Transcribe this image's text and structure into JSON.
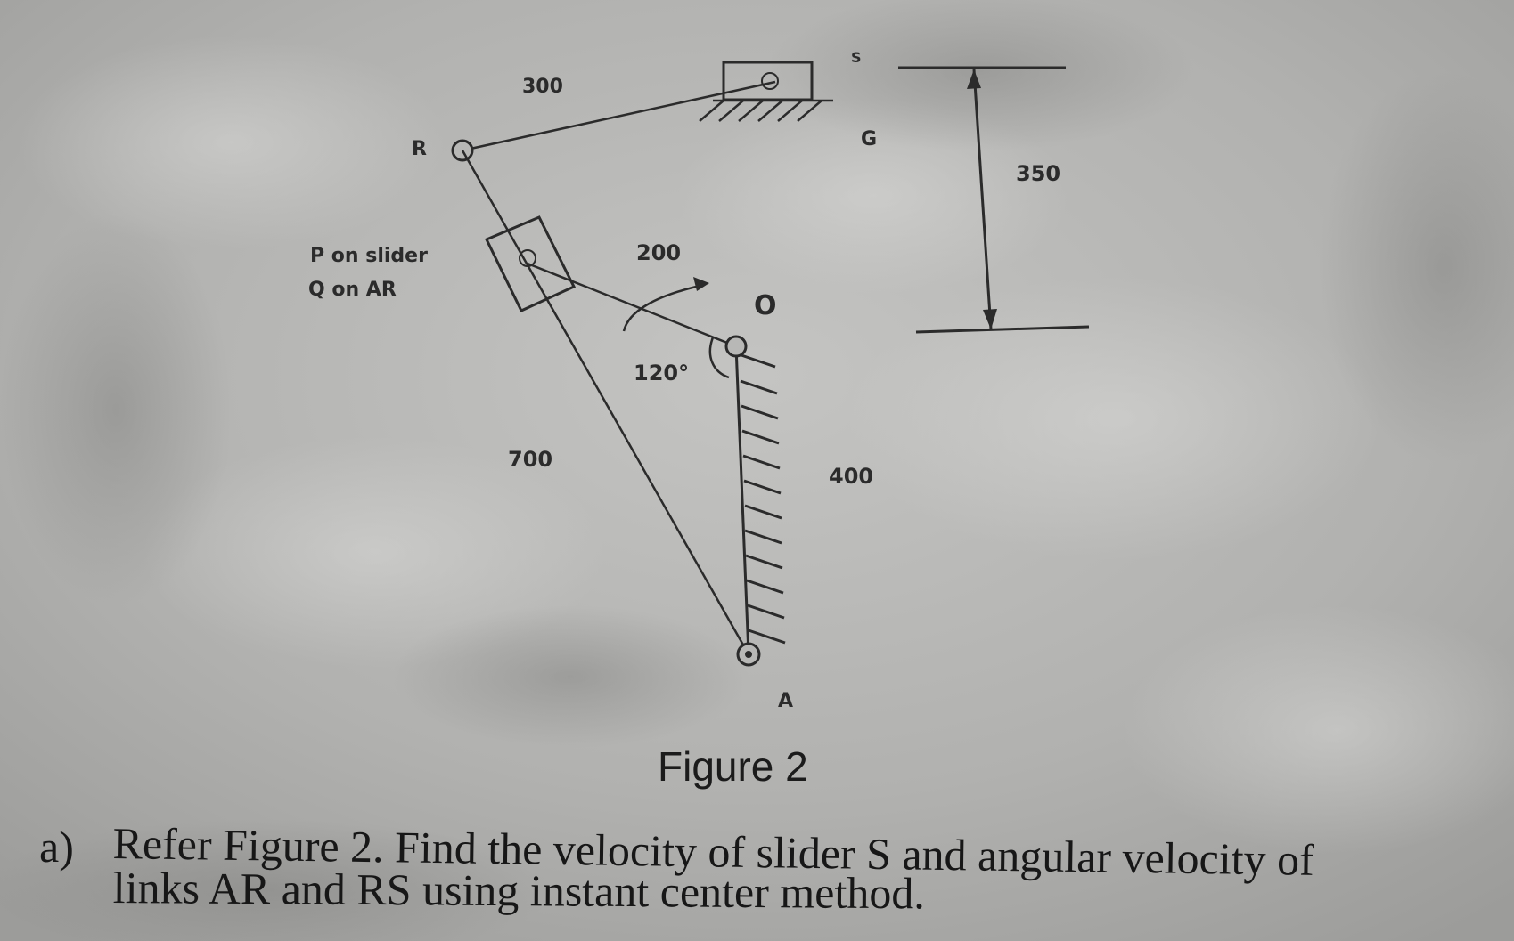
{
  "figure": {
    "labels": {
      "link_rs": "300",
      "point_r": "R",
      "point_s": "S",
      "point_g": "G",
      "point_o": "O",
      "point_a": "A",
      "slider_note_p": "P on slider",
      "slider_note_q": "Q on AR",
      "crank_length": "200",
      "crank_angle": "120°",
      "link_ar": "700",
      "wall_length": "400",
      "offset_height": "350"
    },
    "caption": "Figure 2"
  },
  "question": {
    "marker": "a)",
    "line1": "Refer Figure 2. Find the velocity of slider S and angular velocity of",
    "line2": "links AR and RS using instant center method."
  },
  "colors": {
    "paper": "#b4b4b2",
    "ink": "#2b2b2b"
  }
}
